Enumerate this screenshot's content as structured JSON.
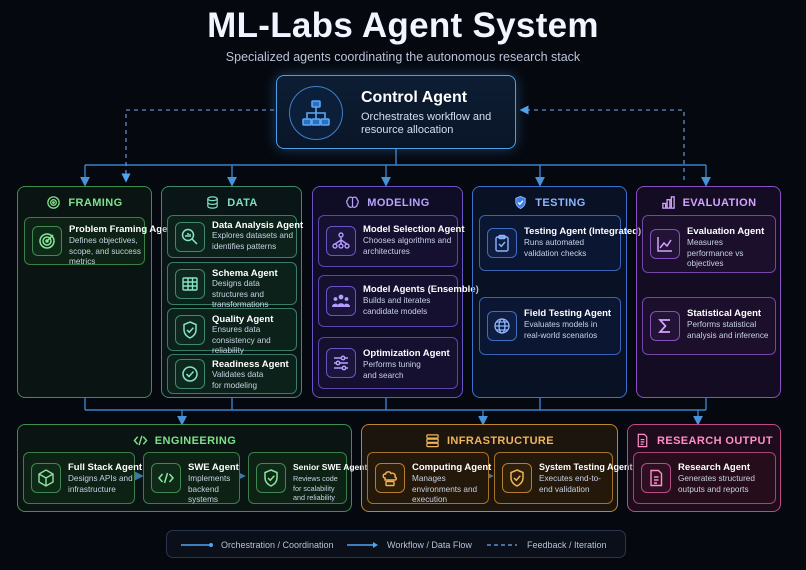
{
  "title": "ML-Labs Agent System",
  "subtitle": "Specialized agents coordinating the autonomous research stack",
  "control": {
    "title": "Control Agent",
    "desc": "Orchestrates workflow and resource allocation",
    "icon": "hierarchy-icon"
  },
  "columns": {
    "framing": {
      "label": "FRAMING",
      "icon": "target-icon",
      "agents": [
        {
          "title": "Problem Framing Agent",
          "desc": "Defines objectives, scope, and success metrics",
          "icon": "target-icon"
        }
      ]
    },
    "data": {
      "label": "DATA",
      "icon": "database-icon",
      "agents": [
        {
          "title": "Data Analysis Agent",
          "desc": "Explores datasets and identifies patterns",
          "icon": "magnifier-chart-icon"
        },
        {
          "title": "Schema Agent",
          "desc": "Designs data structures and transformations",
          "icon": "table-icon"
        },
        {
          "title": "Quality Agent",
          "desc": "Ensures data consistency and reliability",
          "icon": "shield-check-icon"
        },
        {
          "title": "Readiness Agent",
          "desc": "Validates data for modeling",
          "icon": "check-circle-icon"
        }
      ]
    },
    "modeling": {
      "label": "MODELING",
      "icon": "brain-icon",
      "agents": [
        {
          "title": "Model Selection Agent",
          "desc": "Chooses algorithms and architectures",
          "icon": "network-icon"
        },
        {
          "title": "Model Agents (Ensemble)",
          "desc": "Builds and iterates candidate models",
          "icon": "group-icon"
        },
        {
          "title": "Optimization Agent",
          "desc": "Performs tuning and search",
          "icon": "sliders-icon"
        }
      ]
    },
    "testing": {
      "label": "TESTING",
      "icon": "shield-check-icon",
      "agents": [
        {
          "title": "Testing Agent (Integrated)",
          "desc": "Runs automated validation checks",
          "icon": "clipboard-check-icon"
        },
        {
          "title": "Field Testing Agent",
          "desc": "Evaluates models in real-world scenarios",
          "icon": "globe-icon"
        }
      ]
    },
    "evaluation": {
      "label": "EVALUATION",
      "icon": "bar-chart-icon",
      "agents": [
        {
          "title": "Evaluation Agent",
          "desc": "Measures performance vs objectives",
          "icon": "line-chart-icon"
        },
        {
          "title": "Statistical Agent",
          "desc": "Performs statistical analysis and inference",
          "icon": "sigma-icon"
        }
      ]
    }
  },
  "groups": {
    "engineering": {
      "label": "ENGINEERING",
      "icon": "code-icon",
      "agents": [
        {
          "title": "Full Stack Agent",
          "desc": "Designs APIs and infrastructure",
          "icon": "cube-icon"
        },
        {
          "title": "SWE Agent",
          "desc": "Implements backend systems",
          "icon": "code-icon"
        },
        {
          "title": "Senior SWE Agent",
          "desc": "Reviews code for scalability and reliability",
          "icon": "shield-check-icon"
        }
      ]
    },
    "infrastructure": {
      "label": "INFRASTRUCTURE",
      "icon": "server-icon",
      "agents": [
        {
          "title": "Computing Agent",
          "desc": "Manages environments and execution",
          "icon": "cloud-server-icon"
        },
        {
          "title": "System Testing Agent",
          "desc": "Executes end-to-end validation",
          "icon": "shield-check-icon"
        }
      ]
    },
    "research": {
      "label": "RESEARCH OUTPUT",
      "icon": "document-icon",
      "agents": [
        {
          "title": "Research Agent",
          "desc": "Generates structured outputs and reports",
          "icon": "document-icon"
        }
      ]
    }
  },
  "legend": [
    {
      "label": "Orchestration / Coordination",
      "style": "solid-dot"
    },
    {
      "label": "Workflow / Data Flow",
      "style": "arrow"
    },
    {
      "label": "Feedback / Iteration",
      "style": "dashed"
    }
  ],
  "colors": {
    "background": "#05080f",
    "accent": "#4a9eea",
    "framing": "#3e8f4f",
    "data": "#3d8b70",
    "modeling": "#6d52c7",
    "testing": "#3b6fd0",
    "evaluation": "#8a4fc4",
    "engineering": "#3e8f4f",
    "infrastructure": "#c0852f",
    "research": "#c04a86"
  }
}
